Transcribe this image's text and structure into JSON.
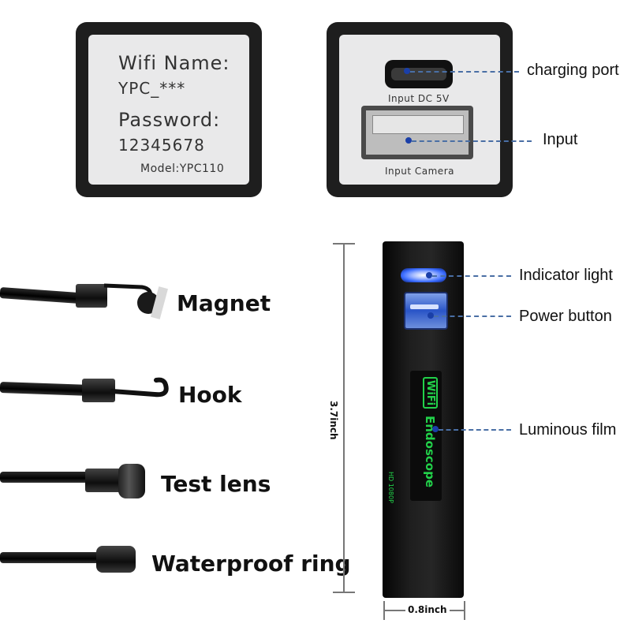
{
  "wifi_label": {
    "line1": "Wifi Name:",
    "line2": "YPC_***",
    "line3": "Password:",
    "line4": "12345678",
    "model": "Model:YPC110"
  },
  "port_label": {
    "dc": "Input DC 5V",
    "camera": "Input Camera"
  },
  "callouts": {
    "charging_port": "charging port",
    "input": "Input",
    "indicator_light": "Indicator light",
    "power_button": "Power button",
    "luminous_film": "Luminous film"
  },
  "tips": {
    "magnet": "Magnet",
    "hook": "Hook",
    "test_lens": "Test lens",
    "waterproof_ring": "Waterproof ring"
  },
  "device": {
    "film_wifi": "WiFi",
    "film_name": "Endoscope",
    "film_res": "HD 1080P"
  },
  "dimensions": {
    "height": "3.7inch",
    "width": "0.8inch"
  },
  "colors": {
    "callout_line": "#4a6fa5",
    "film_green": "#22d14a",
    "indicator_blue": "#3a6cff"
  }
}
